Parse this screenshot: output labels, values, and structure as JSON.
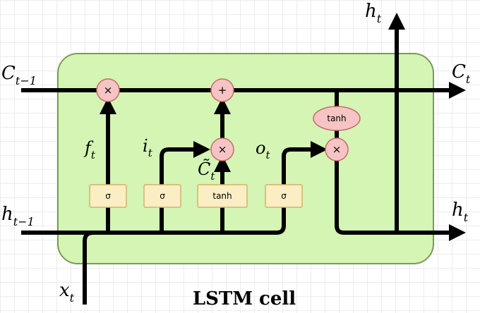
{
  "diagram": {
    "title": "LSTM cell",
    "colors": {
      "cell_fill": "#d4f5b4",
      "cell_stroke": "#7a9a5a",
      "op_fill": "#f6c4c4",
      "op_stroke": "#c76b6b",
      "gate_fill": "#fbeec4",
      "gate_stroke": "#d6b266",
      "wire": "#000000"
    },
    "labels": {
      "c_prev": {
        "base": "C",
        "sub": "t−1"
      },
      "c_next": {
        "base": "C",
        "sub": "t"
      },
      "h_prev": {
        "base": "h",
        "sub": "t−1"
      },
      "h_out_top": {
        "base": "h",
        "sub": "t"
      },
      "h_out_right": {
        "base": "h",
        "sub": "t"
      },
      "x_in": {
        "base": "x",
        "sub": "t"
      },
      "f": {
        "base": "f",
        "sub": "t"
      },
      "i": {
        "base": "i",
        "sub": "t"
      },
      "c_tilde": {
        "base": "C̃",
        "sub": "t"
      },
      "o": {
        "base": "o",
        "sub": "t"
      }
    },
    "ops": {
      "mul_forget": "×",
      "add_cell": "+",
      "mul_input": "×",
      "mul_output": "×",
      "tanh_cell": "tanh"
    },
    "gates": {
      "forget": "σ",
      "input": "σ",
      "candidate": "tanh",
      "output": "σ"
    }
  }
}
